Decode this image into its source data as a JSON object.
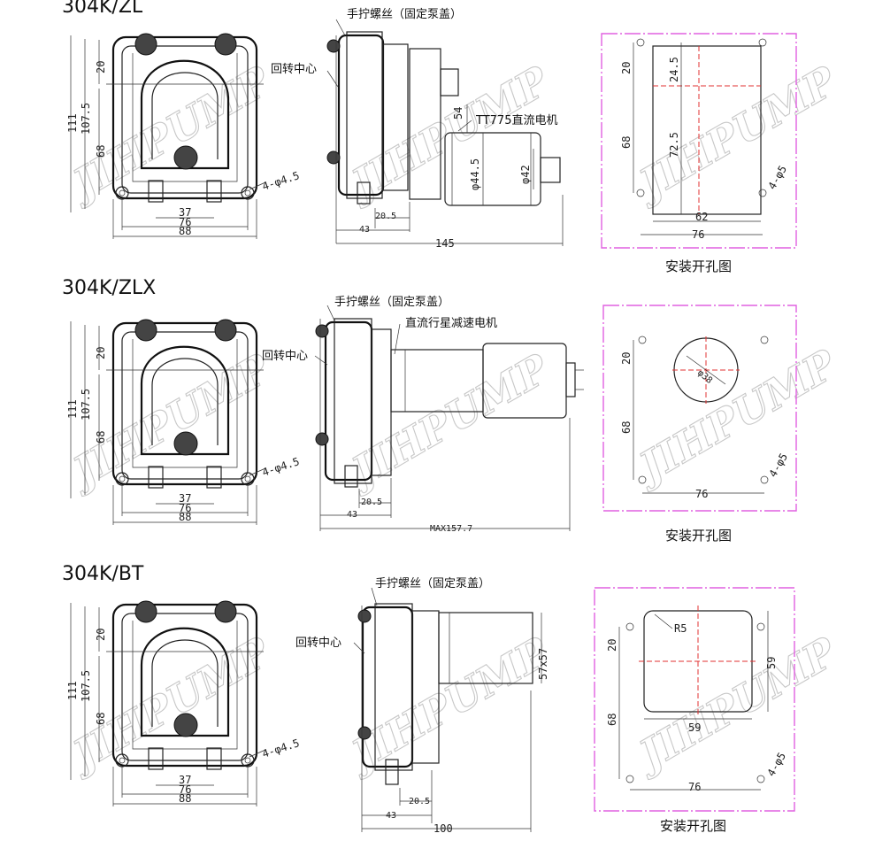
{
  "sections": [
    {
      "model": "304K/ZL",
      "front_dims": {
        "h_total": "111",
        "h_inner": "107.5",
        "h_upper": "20",
        "h_lower": "68",
        "w_ports": "37",
        "w_holes": "76",
        "w_total": "88",
        "holes": "4-φ4.5"
      },
      "side_labels": {
        "knob": "手拧螺丝（固定泵盖）",
        "center": "回转中心",
        "motor": "TT775直流电机"
      },
      "side_dims": {
        "d1": "20.5",
        "d2": "43",
        "d3": "145",
        "d4": "54",
        "d5": "φ44.5",
        "d6": "φ42"
      },
      "mount_dims": {
        "a": "20",
        "b": "24.5",
        "c": "68",
        "d": "72.5",
        "e": "62",
        "f": "76",
        "holes": "4-φ5"
      },
      "caption": "安装开孔图"
    },
    {
      "model": "304K/ZLX",
      "front_dims": {
        "h_total": "111",
        "h_inner": "107.5",
        "h_upper": "20",
        "h_lower": "68",
        "w_ports": "37",
        "w_holes": "76",
        "w_total": "88",
        "holes": "4-φ4.5"
      },
      "side_labels": {
        "knob": "手拧螺丝（固定泵盖）",
        "center": "回转中心",
        "motor": "直流行星减速电机"
      },
      "side_dims": {
        "d1": "20.5",
        "d2": "43",
        "d3": "MAX157.7"
      },
      "mount_dims": {
        "a": "20",
        "c": "68",
        "circle": "φ38",
        "f": "76",
        "holes": "4-φ5"
      },
      "caption": "安装开孔图"
    },
    {
      "model": "304K/BT",
      "front_dims": {
        "h_total": "111",
        "h_inner": "107.5",
        "h_upper": "20",
        "h_lower": "68",
        "w_ports": "37",
        "w_holes": "76",
        "w_total": "88",
        "holes": "4-φ4.5"
      },
      "side_labels": {
        "knob": "手拧螺丝（固定泵盖）",
        "center": "回转中心"
      },
      "side_dims": {
        "d1": "20.5",
        "d2": "43",
        "d3": "100",
        "d4": "57x57"
      },
      "mount_dims": {
        "r": "R5",
        "a": "20",
        "c": "68",
        "e": "59",
        "g": "59",
        "f": "76",
        "holes": "4-φ5"
      },
      "caption": "安装开孔图"
    }
  ],
  "watermark": "JIHPUMP"
}
